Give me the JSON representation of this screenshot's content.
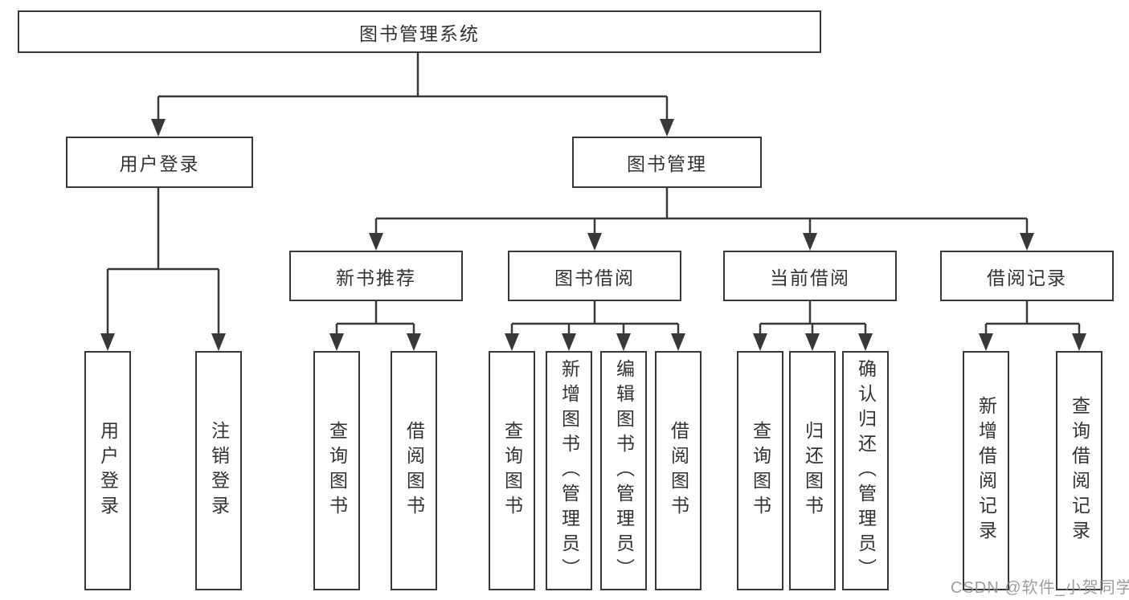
{
  "diagram": {
    "root": {
      "label": "图书管理系统"
    },
    "branches": [
      {
        "label": "用户登录",
        "children": [
          {
            "label": "用户登录"
          },
          {
            "label": "注销登录"
          }
        ]
      },
      {
        "label": "图书管理",
        "children": [
          {
            "label": "新书推荐",
            "children": [
              {
                "label": "查询图书"
              },
              {
                "label": "借阅图书"
              }
            ]
          },
          {
            "label": "图书借阅",
            "children": [
              {
                "label": "查询图书"
              },
              {
                "label": "新增图书（管理员）"
              },
              {
                "label": "编辑图书（管理员）"
              },
              {
                "label": "借阅图书"
              }
            ]
          },
          {
            "label": "当前借阅",
            "children": [
              {
                "label": "查询图书"
              },
              {
                "label": "归还图书"
              },
              {
                "label": "确认归还（管理员）"
              }
            ]
          },
          {
            "label": "借阅记录",
            "children": [
              {
                "label": "新增借阅记录"
              },
              {
                "label": "查询借阅记录"
              }
            ]
          }
        ]
      }
    ]
  },
  "watermark": {
    "text": "CSDN @软件_小贺同学"
  },
  "colors": {
    "line": "#383838",
    "text": "#333333",
    "background": "#ffffff",
    "watermark": "#8c8c8c"
  }
}
